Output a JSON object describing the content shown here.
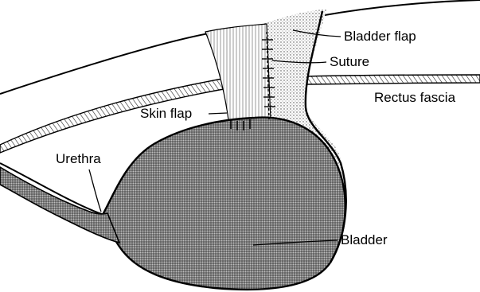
{
  "labels": {
    "bladder_flap": "Bladder flap",
    "suture": "Suture",
    "rectus_fascia": "Rectus fascia",
    "skin_flap": "Skin flap",
    "urethra": "Urethra",
    "bladder": "Bladder"
  }
}
